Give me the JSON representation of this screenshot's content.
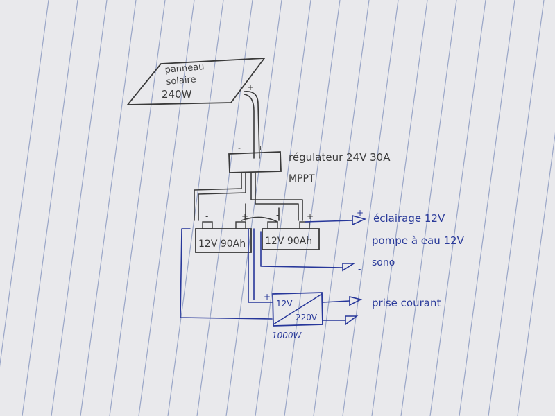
{
  "colors": {
    "paper": "#e9e9ec",
    "rule_line": "#9aa6c7",
    "pencil": "#3a3a3a",
    "blue_ink": "#27379a"
  },
  "panel": {
    "line1": "panneau",
    "line2": "solaire",
    "power": "240W",
    "plus": "+",
    "minus": "-"
  },
  "regulator": {
    "line1": "régulateur 24V 30A",
    "line2": "MPPT",
    "minus": "-",
    "plus": "+"
  },
  "battery_left": {
    "label": "12V 90Ah",
    "minus": "-",
    "plus": "+"
  },
  "battery_right": {
    "label": "12V 90Ah",
    "minus": "-",
    "plus": "+"
  },
  "inverter": {
    "in": "12V",
    "out": "220V",
    "power": "1000W",
    "plus": "+",
    "minus": "-"
  },
  "outputs": {
    "lighting": "éclairage 12V",
    "pump": "pompe à eau 12V",
    "sound": "sono",
    "socket": "prise courant",
    "plus": "+",
    "minus": "-"
  }
}
